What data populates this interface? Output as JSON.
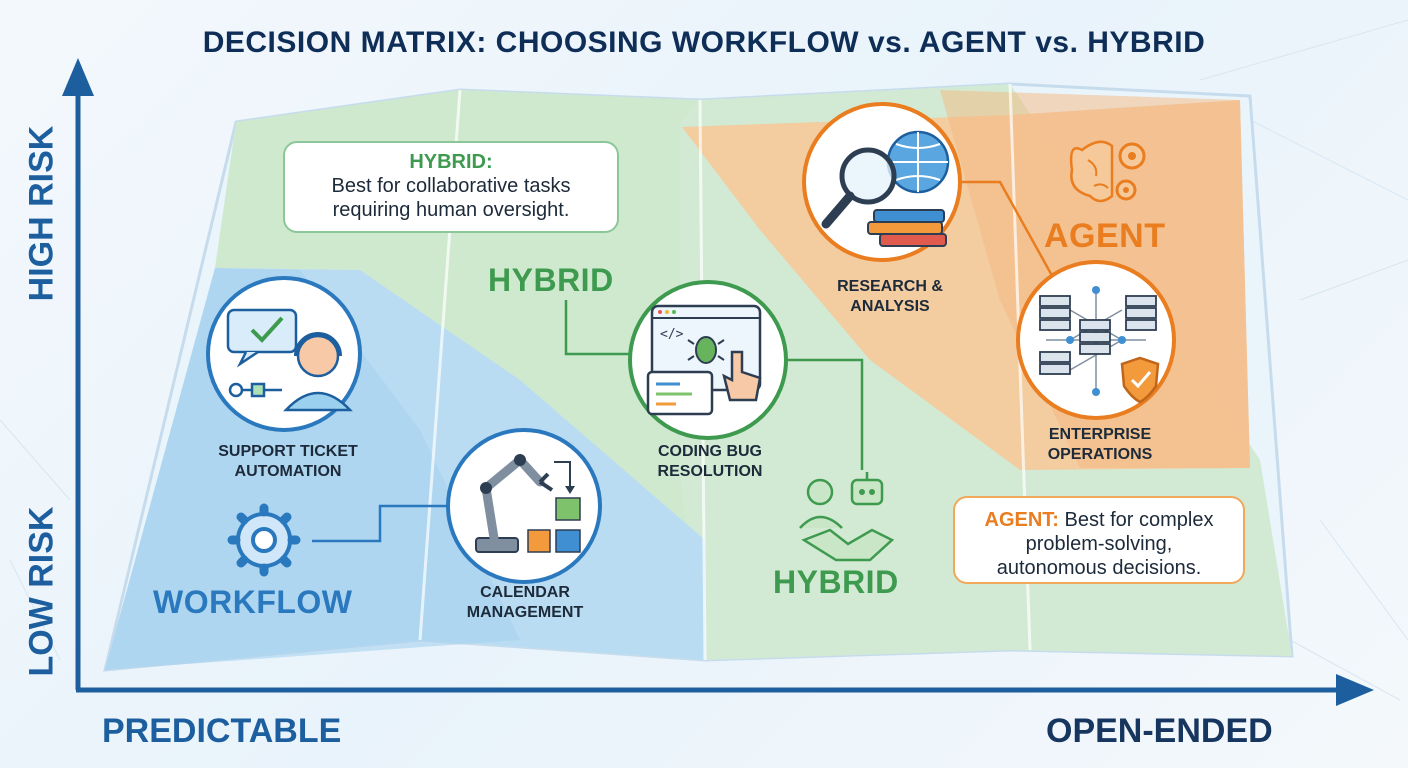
{
  "title": "DECISION MATRIX: CHOOSING WORKFLOW vs. AGENT vs. HYBRID",
  "axes": {
    "y_top": "HIGH RISK",
    "y_bottom": "LOW RISK",
    "x_left": "PREDICTABLE",
    "x_right": "OPEN-ENDED"
  },
  "zones": {
    "workflow": "WORKFLOW",
    "hybrid_upper": "HYBRID",
    "hybrid_lower": "HYBRID",
    "agent": "AGENT"
  },
  "nodes": {
    "support": [
      "SUPPORT TICKET",
      "AUTOMATION"
    ],
    "calendar": [
      "CALENDAR",
      "MANAGEMENT"
    ],
    "coding": [
      "CODING BUG",
      "RESOLUTION"
    ],
    "research": [
      "RESEARCH &",
      "ANALYSIS"
    ],
    "enterprise": [
      "ENTERPRISE",
      "OPERATIONS"
    ]
  },
  "callouts": {
    "hybrid": {
      "heading": "HYBRID:",
      "line1": "Best for collaborative tasks",
      "line2": "requiring human oversight."
    },
    "agent": {
      "heading": "AGENT:",
      "line1": " Best for complex",
      "line2": "problem-solving,",
      "line3": "autonomous decisions."
    }
  },
  "colors": {
    "workflow_zone": "#b9dcf2",
    "hybrid_zone": "#cfe9cf",
    "agent_zone": "#f6c99a",
    "axis": "#1d5f9e",
    "title": "#0f2e57"
  },
  "icons": [
    "support-agent-icon",
    "gear-icon",
    "robot-arm-icon",
    "code-bug-icon",
    "handshake-icon",
    "magnifier-globe-icon",
    "brain-gear-icon",
    "server-network-icon",
    "shield-icon"
  ]
}
